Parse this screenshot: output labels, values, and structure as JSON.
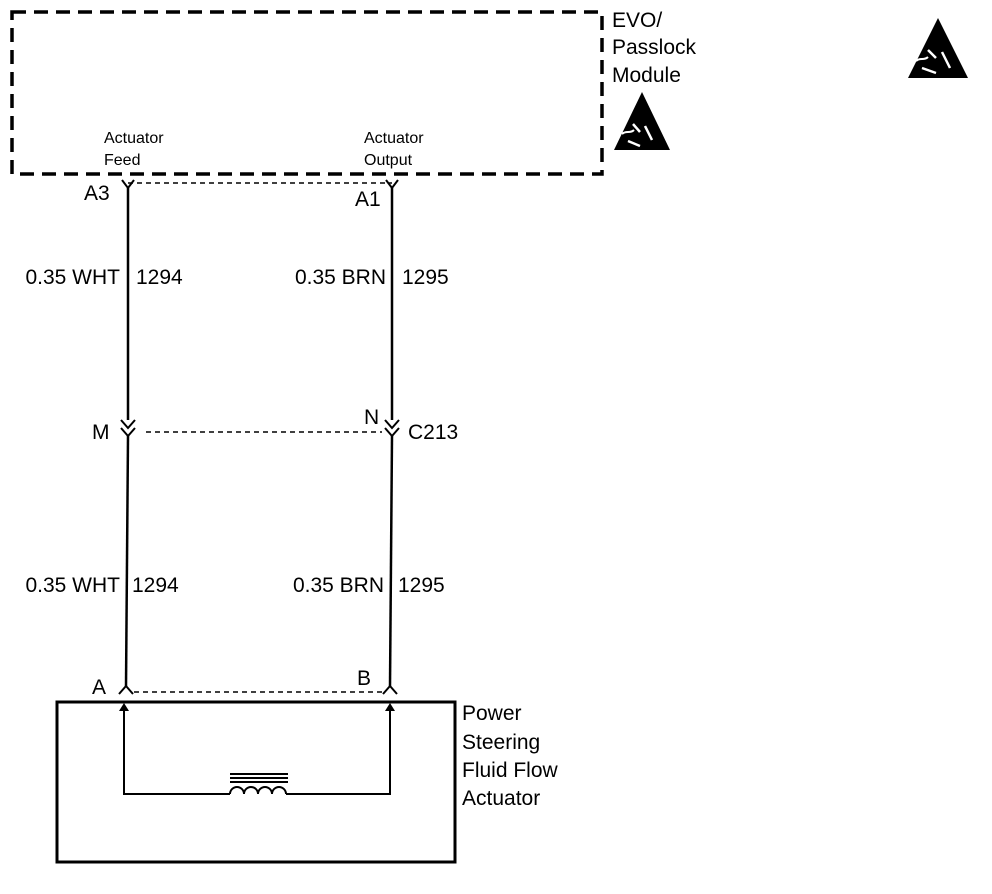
{
  "module": {
    "name_lines": [
      "EVO/",
      "Passlock",
      "Module"
    ],
    "pin_left": {
      "label_lines": [
        "Actuator",
        "Feed"
      ],
      "pin": "A3"
    },
    "pin_right": {
      "label_lines": [
        "Actuator",
        "Output"
      ],
      "pin": "A1"
    }
  },
  "wires": {
    "left_upper": {
      "gauge_color": "0.35 WHT",
      "circuit": "1294"
    },
    "right_upper": {
      "gauge_color": "0.35 BRN",
      "circuit": "1295"
    },
    "left_lower": {
      "gauge_color": "0.35 WHT",
      "circuit": "1294"
    },
    "right_lower": {
      "gauge_color": "0.35 BRN",
      "circuit": "1295"
    }
  },
  "connector": {
    "id": "C213",
    "pin_left": "M",
    "pin_right": "N"
  },
  "actuator": {
    "name_lines": [
      "Power",
      "Steering",
      "Fluid Flow",
      "Actuator"
    ],
    "pin_left": "A",
    "pin_right": "B"
  },
  "icons": [
    "esd-warning-icon",
    "esd-warning-icon"
  ],
  "colors": {
    "ink": "#000000",
    "background": "#ffffff"
  }
}
